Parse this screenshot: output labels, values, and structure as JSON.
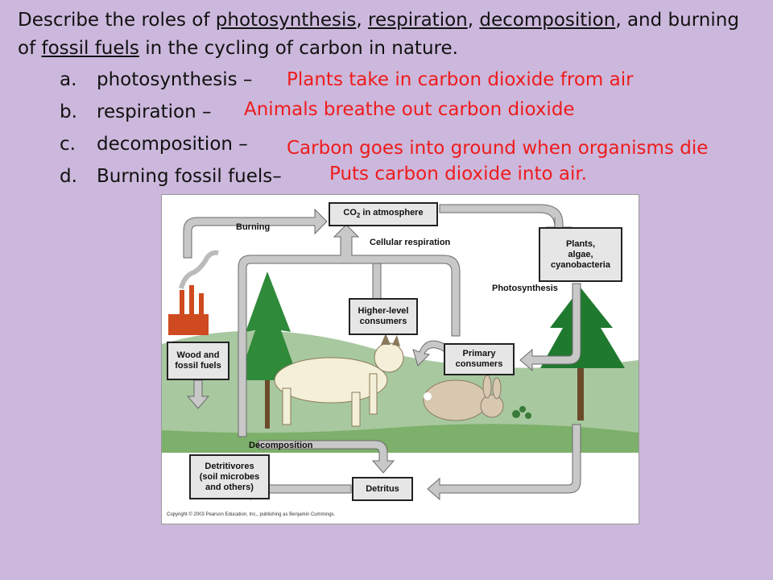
{
  "question": {
    "lead": "Describe the roles of ",
    "t1": "photosynthesis",
    "sep1": ", ",
    "t2": "respiration",
    "sep2": ", ",
    "t3": "decomposition",
    "sep3": ", and burning of ",
    "t4": "fossil fuels",
    "tail": " in the cycling of carbon in nature."
  },
  "items": [
    {
      "letter": "a.",
      "label": "photosynthesis –",
      "answer": "Plants take in carbon dioxide from air"
    },
    {
      "letter": "b.",
      "label": "respiration –",
      "answer": "Animals breathe out carbon dioxide"
    },
    {
      "letter": "c.",
      "label": "decomposition –",
      "answer": "Carbon goes into ground when organisms die"
    },
    {
      "letter": "d.",
      "label": "Burning fossil fuels–",
      "answer": "Puts carbon dioxide into air."
    }
  ],
  "diagram": {
    "co2_box": "CO",
    "co2_sub": "2",
    "co2_tail": " in atmosphere",
    "burning": "Burning",
    "cellular_respiration": "Cellular respiration",
    "plants_box": "Plants,\nalgae,\ncyanobacteria",
    "photosynthesis": "Photosynthesis",
    "higher_consumers": "Higher-level\nconsumers",
    "primary_consumers": "Primary\nconsumers",
    "wood_box": "Wood and\nfossil fuels",
    "decomposition": "Decomposition",
    "detritivores": "Detritivores\n(soil microbes\nand others)",
    "detritus": "Detritus",
    "copyright": "Copyright © 2003 Pearson Education, Inc., publishing as Benjamin Cummings."
  },
  "colors": {
    "background": "#ccb8dc",
    "answer": "#ee1c1c",
    "arrow": "#c8c8c8",
    "arrow_stroke": "#6a6a6a",
    "ground": "#a8c8a0",
    "sky": "#ffffff"
  }
}
